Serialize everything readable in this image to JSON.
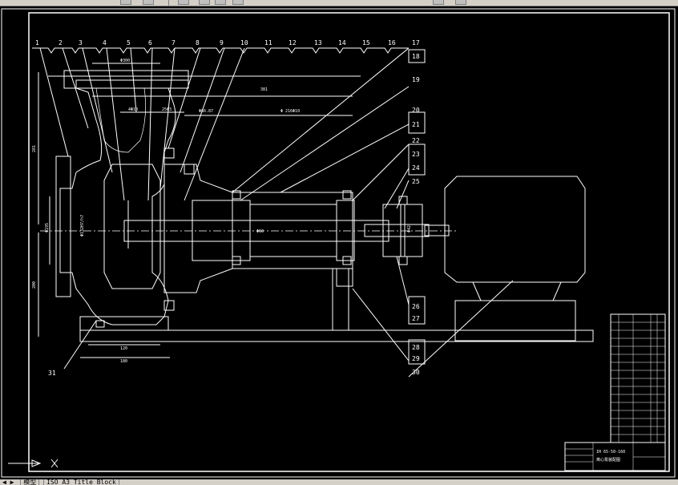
{
  "callouts_top": [
    "1",
    "2",
    "3",
    "4",
    "5",
    "6",
    "7",
    "8",
    "9",
    "10",
    "11",
    "12",
    "13",
    "14",
    "15",
    "16",
    "17"
  ],
  "callouts_right": [
    "18",
    "19",
    "20",
    "21",
    "22",
    "23",
    "24",
    "25",
    "26",
    "27",
    "28",
    "29",
    "30"
  ],
  "callout_bottom_left": "31",
  "dimensions": {
    "top_width": "Φ300",
    "overall": "381",
    "d1": "4Φ10",
    "d2": "25Φ3",
    "d3": "Φ66.87",
    "d4": "Φ 216Φ10",
    "left_upper": "281",
    "left_lower": "200",
    "left_bore": "Φ195",
    "left_bore2": "Φ132H7/h7",
    "base_inner": "120",
    "base_outer": "180",
    "shaft_dia": "Φ60",
    "coupling": "Φ42"
  },
  "title_block": {
    "name": "IH 65-50-160",
    "drawing_title": "离心泵装配图"
  },
  "layout_tabs": [
    "模型",
    "ISO A3 Title Block"
  ],
  "colors": {
    "background": "#000000",
    "lines": "#ffffff",
    "border": "#ffffff"
  }
}
